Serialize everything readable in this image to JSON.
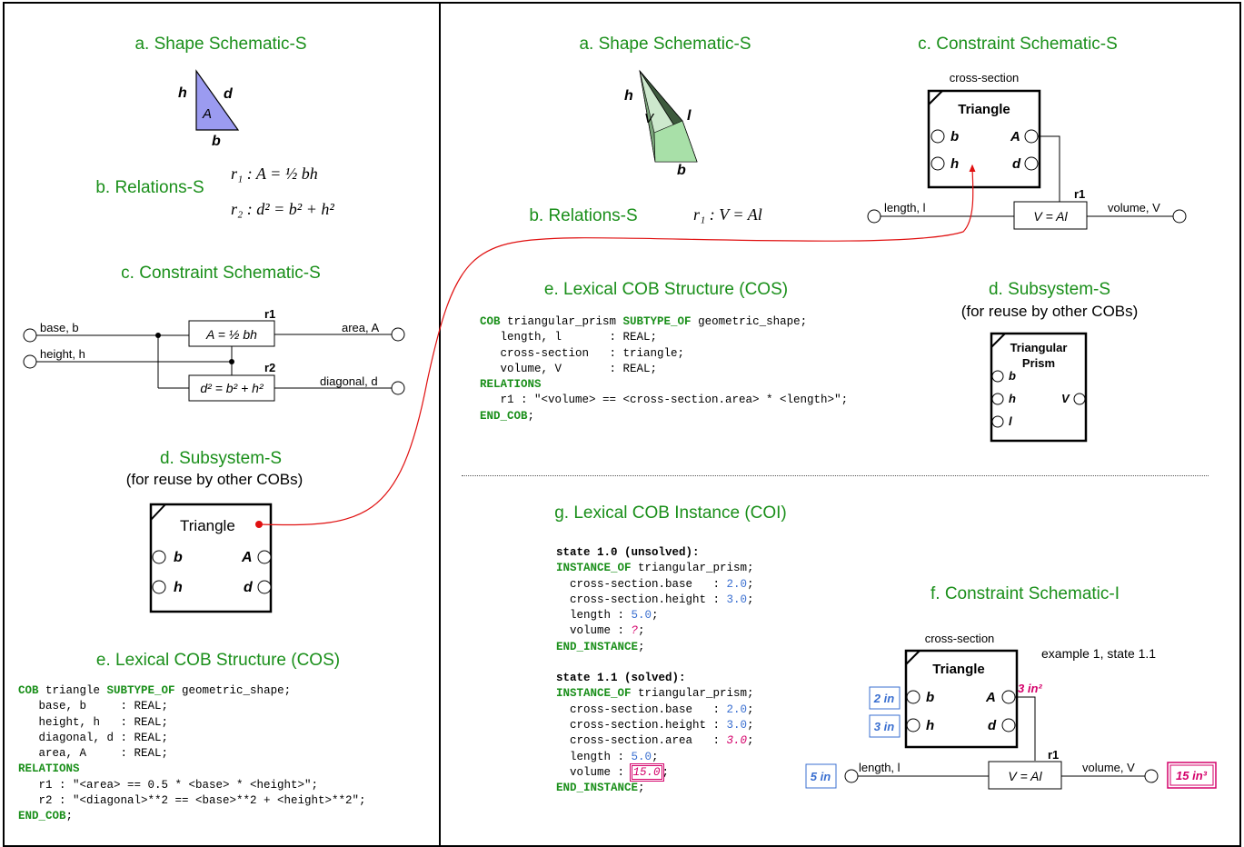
{
  "left": {
    "shape_title": "a. Shape Schematic-S",
    "shape_labels": {
      "h": "h",
      "d": "d",
      "A": "A",
      "b": "b"
    },
    "relations_title": "b. Relations-S",
    "relations": {
      "r1": "r₁ : A = ½ bh",
      "r2": "r₂ : d² = b² + h²"
    },
    "constraint_title": "c. Constraint Schematic-S",
    "constraint": {
      "base": "base, b",
      "height": "height, h",
      "area": "area, A",
      "diagonal": "diagonal, d",
      "r1": "r1",
      "r2": "r2",
      "r1_eq": "A = ½ bh",
      "r2_eq": "d² = b² + h²"
    },
    "subsystem_title": "d. Subsystem-S",
    "subsystem_subtitle": "(for reuse by other COBs)",
    "subsystem": {
      "name": "Triangle",
      "b": "b",
      "h": "h",
      "A": "A",
      "d": "d"
    },
    "lexical_title": "e. Lexical COB Structure (COS)",
    "lexical_code": [
      {
        "kw": "COB",
        "text": " triangle ",
        "kw2": "SUBTYPE_OF",
        "text2": " geometric_shape;"
      },
      {
        "text": "   base, b     : REAL;"
      },
      {
        "text": "   height, h   : REAL;"
      },
      {
        "text": "   diagonal, d : REAL;"
      },
      {
        "text": "   area, A     : REAL;"
      },
      {
        "kw": "RELATIONS"
      },
      {
        "text": "   r1 : \"<area> == 0.5 * <base> * <height>\";"
      },
      {
        "text": "   r2 : \"<diagonal>**2 == <base>**2 + <height>**2\";"
      },
      {
        "kw": "END_COB",
        "text": ";"
      }
    ]
  },
  "right": {
    "shape_title": "a. Shape Schematic-S",
    "shape_labels": {
      "h": "h",
      "V": "V",
      "l": "l",
      "b": "b"
    },
    "relations_title": "b. Relations-S",
    "relations": {
      "r1": "r₁ : V = Al"
    },
    "constraint_title": "c. Constraint Schematic-S",
    "constraint": {
      "cross_section": "cross-section",
      "name": "Triangle",
      "b": "b",
      "h": "h",
      "A": "A",
      "d": "d",
      "length": "length, l",
      "volume": "volume, V",
      "r1": "r1",
      "eq": "V = Al"
    },
    "lexical_title": "e. Lexical COB Structure (COS)",
    "lexical_code": [
      {
        "kw": "COB",
        "text": " triangular_prism ",
        "kw2": "SUBTYPE_OF",
        "text2": " geometric_shape;"
      },
      {
        "text": "   length, l       : REAL;"
      },
      {
        "text": "   cross-section   : triangle;"
      },
      {
        "text": "   volume, V       : REAL;"
      },
      {
        "kw": "RELATIONS"
      },
      {
        "text": "   r1 : \"<volume> == <cross-section.area> * <length>\";"
      },
      {
        "kw": "END_COB",
        "text": ";"
      }
    ],
    "subsystem_title": "d. Subsystem-S",
    "subsystem_subtitle": "(for reuse by other COBs)",
    "subsystem": {
      "name1": "Triangular",
      "name2": "Prism",
      "b": "b",
      "h": "h",
      "l": "l",
      "V": "V"
    },
    "instance_title": "g. Lexical COB Instance (COI)",
    "instance": {
      "state1_header": "state 1.0 (unsolved):",
      "state1": [
        {
          "label": "  cross-section.base   : ",
          "value": "2.0",
          "kind": "num"
        },
        {
          "label": "  cross-section.height : ",
          "value": "3.0",
          "kind": "num"
        },
        {
          "label": "  length : ",
          "value": "5.0",
          "kind": "num"
        },
        {
          "label": "  volume : ",
          "value": "?",
          "kind": "pink"
        }
      ],
      "state2_header": "state 1.1 (solved):",
      "state2": [
        {
          "label": "  cross-section.base   : ",
          "value": "2.0",
          "kind": "num"
        },
        {
          "label": "  cross-section.height : ",
          "value": "3.0",
          "kind": "num"
        },
        {
          "label": "  cross-section.area   : ",
          "value": "3.0",
          "kind": "pink"
        },
        {
          "label": "  length : ",
          "value": "5.0",
          "kind": "num"
        },
        {
          "label": "  volume : ",
          "value": "15.0",
          "kind": "boxed"
        }
      ],
      "instance_of": "INSTANCE_OF",
      "type": " triangular_prism;",
      "end": "END_INSTANCE"
    },
    "constraint_i_title": "f. Constraint Schematic-I",
    "constraint_i": {
      "cross_section": "cross-section",
      "example": "example 1, state 1.1",
      "name": "Triangle",
      "b": "b",
      "h": "h",
      "A": "A",
      "d": "d",
      "b_val": "2 in",
      "h_val": "3 in",
      "A_val": "3 in²",
      "l_val": "5 in",
      "V_val": "15 in³",
      "length": "length, l",
      "volume": "volume, V",
      "r1": "r1",
      "eq": "V = Al"
    }
  },
  "colors": {
    "green": "#1a8f1a",
    "blue": "#3a6fd0",
    "pink": "#d4006a",
    "triangle": "#9b9bf0",
    "link": "#e01010"
  }
}
